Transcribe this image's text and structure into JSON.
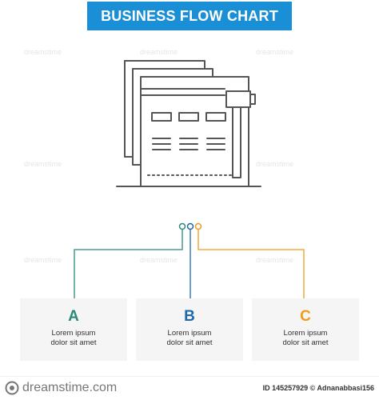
{
  "header": {
    "title": "BUSINESS FLOW CHART"
  },
  "colors": {
    "banner": "#1b8fd6",
    "teal": "#2a8a7a",
    "blue": "#1b6aab",
    "orange": "#f29a1b",
    "icon_stroke": "#555555",
    "panel_bg": "#f5f5f5"
  },
  "icon": {
    "name": "web-page-with-hammer-icon"
  },
  "branches": [
    {
      "letter": "A",
      "text": "Lorem ipsum dolor sit amet",
      "color": "#2a8a7a"
    },
    {
      "letter": "B",
      "text": "Lorem ipsum dolor sit amet",
      "color": "#1b6aab"
    },
    {
      "letter": "C",
      "text": "Lorem ipsum dolor sit amet",
      "color": "#f29a1b"
    }
  ],
  "watermarks": [
    "dreamstime"
  ],
  "footer": {
    "logo_text": "dreamstime.com",
    "credit": "ID 145257929 © Adnanabbasi156"
  }
}
